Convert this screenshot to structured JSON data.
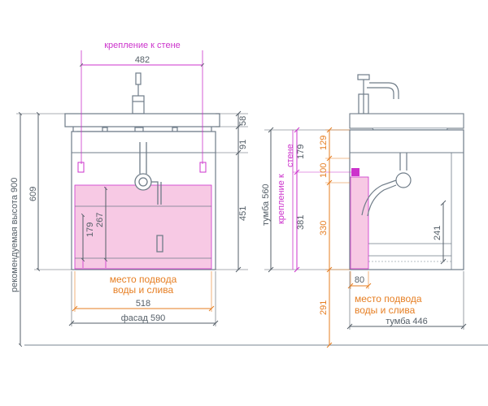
{
  "colors": {
    "line": "#6f7c88",
    "magenta": "#cc33cc",
    "orange": "#e67e22",
    "pink_fill": "#f7c9e4",
    "dim_gray": "#555f68",
    "floor": "#7a8590"
  },
  "front": {
    "wall_mount_label": "крепление к стене",
    "wall_mount_width": "482",
    "left_total_height_label": "рекомендуемая высота 900",
    "height_609": "609",
    "height_179": "179",
    "height_267": "267",
    "right_58": "58",
    "right_91": "91",
    "right_451": "451",
    "supply_label_line1": "место подвода",
    "supply_label_line2": "воды и слива",
    "supply_width": "518",
    "facade_label": "фасад 590"
  },
  "side": {
    "cabinet_height_label": "тумба 560",
    "wall_mount_label_line1": "крепление к",
    "wall_mount_label_line2": "стене",
    "mount_179": "179",
    "mount_381": "381",
    "dim_129": "129",
    "dim_100": "100",
    "dim_330": "330",
    "dim_291": "291",
    "dim_241": "241",
    "dim_80": "80",
    "supply_label_line1": "место подвода",
    "supply_label_line2": "воды и слива",
    "cabinet_depth_label": "тумба 446"
  },
  "icons": [
    "faucet-icon",
    "drain-siphon-icon"
  ]
}
